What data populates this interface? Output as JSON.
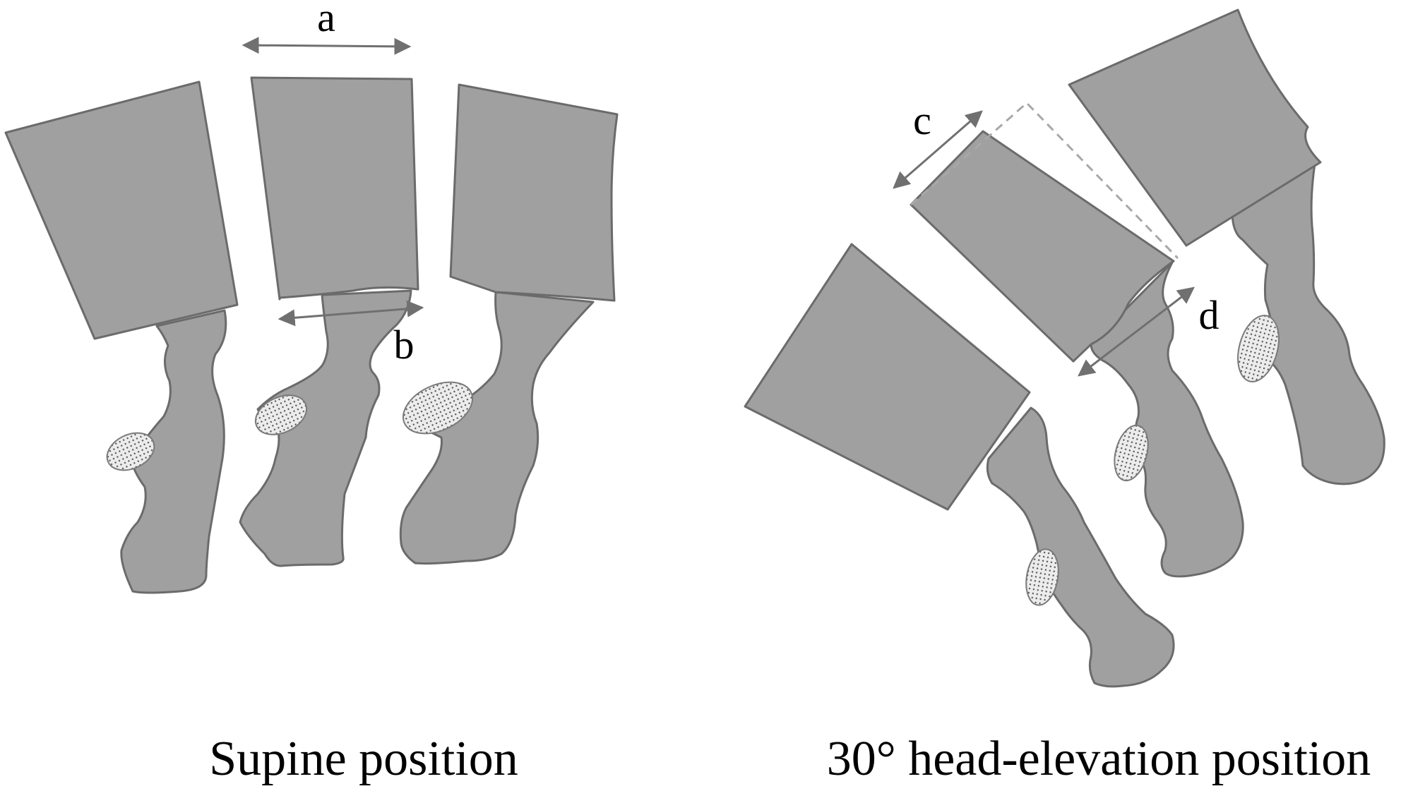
{
  "measures": {
    "a": "a",
    "b": "b",
    "c": "c",
    "d": "d"
  },
  "captions": {
    "supine": "Supine position",
    "elevated": "30° head-elevation position"
  },
  "colors": {
    "bone_fill": "#a0a0a0",
    "bone_stroke": "#6b6b6b",
    "arrow": "#707070"
  }
}
